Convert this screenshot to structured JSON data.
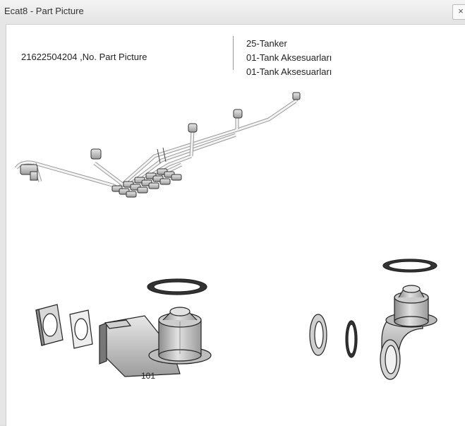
{
  "window": {
    "title": "Ecat8 - Part Picture",
    "close_label": "×"
  },
  "part": {
    "number_line": "21622504204 ,No. Part Picture"
  },
  "categories": [
    "25-Tanker",
    "01-Tank Aksesuarları",
    "01-Tank Aksesuarları"
  ],
  "drawing": {
    "callout_label": "101"
  }
}
